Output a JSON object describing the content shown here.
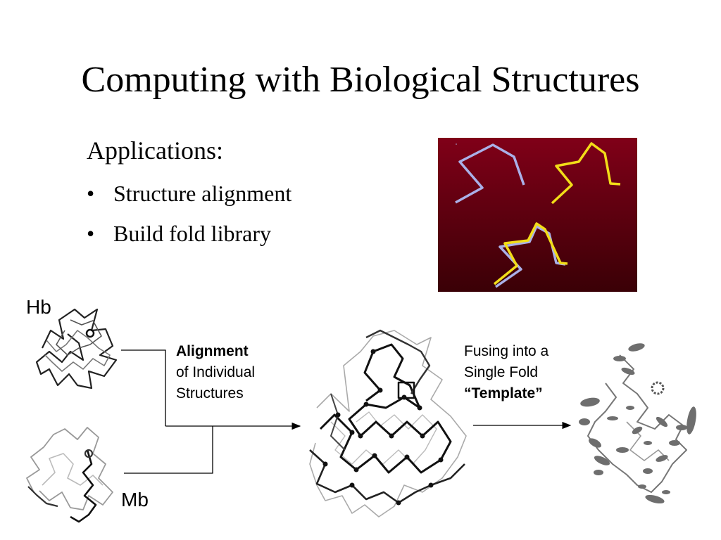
{
  "slide": {
    "title": "Computing with Biological Structures",
    "applications_heading": "Applications:",
    "bullets": [
      "Structure alignment",
      "Build fold library"
    ],
    "bullet_symbol": "•"
  },
  "figure": {
    "hb_label": "Hb",
    "mb_label": "Mb",
    "alignment_caption": {
      "line1": "Alignment",
      "line2": "of Individual",
      "line3": "Structures"
    },
    "fusing_caption": {
      "line1": "Fusing into a",
      "line2": "Single Fold",
      "line3": "“Template”"
    }
  },
  "colors": {
    "panel_background_top": "#800018",
    "panel_background_bottom": "#3a0006",
    "structure_a": "#aab0e8",
    "structure_b": "#f2dd18"
  }
}
